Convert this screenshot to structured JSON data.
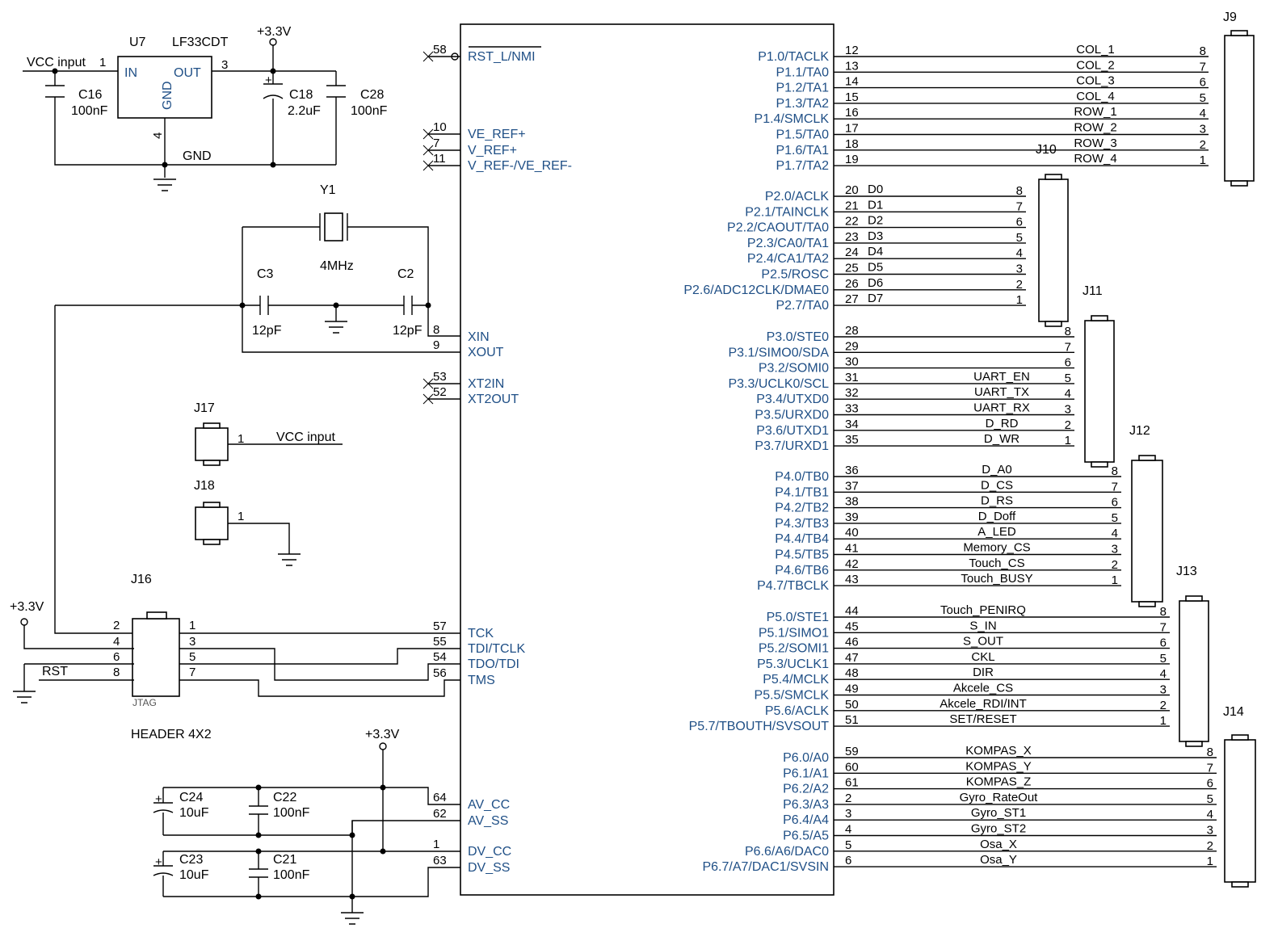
{
  "mcu": {
    "left_pins": [
      {
        "num": "58",
        "name": "RST_L/NMI",
        "nc": true
      },
      {
        "num": "10",
        "name": "VE_REF+",
        "nc": true
      },
      {
        "num": "7",
        "name": "V_REF+",
        "nc": true
      },
      {
        "num": "11",
        "name": "V_REF-/VE_REF-",
        "nc": true
      },
      {
        "num": "8",
        "name": "XIN",
        "nc": false
      },
      {
        "num": "9",
        "name": "XOUT",
        "nc": false
      },
      {
        "num": "53",
        "name": "XT2IN",
        "nc": true
      },
      {
        "num": "52",
        "name": "XT2OUT",
        "nc": true
      },
      {
        "num": "57",
        "name": "TCK",
        "nc": false
      },
      {
        "num": "55",
        "name": "TDI/TCLK",
        "nc": false
      },
      {
        "num": "54",
        "name": "TDO/TDI",
        "nc": false
      },
      {
        "num": "56",
        "name": "TMS",
        "nc": false
      },
      {
        "num": "64",
        "name": "AV_CC",
        "nc": false
      },
      {
        "num": "62",
        "name": "AV_SS",
        "nc": false
      },
      {
        "num": "1",
        "name": "DV_CC",
        "nc": false
      },
      {
        "num": "63",
        "name": "DV_SS",
        "nc": false
      }
    ],
    "right_pins": [
      {
        "num": "12",
        "name": "P1.0/TACLK",
        "net": "COL_1",
        "cpin": "8"
      },
      {
        "num": "13",
        "name": "P1.1/TA0",
        "net": "COL_2",
        "cpin": "7"
      },
      {
        "num": "14",
        "name": "P1.2/TA1",
        "net": "COL_3",
        "cpin": "6"
      },
      {
        "num": "15",
        "name": "P1.3/TA2",
        "net": "COL_4",
        "cpin": "5"
      },
      {
        "num": "16",
        "name": "P1.4/SMCLK",
        "net": "ROW_1",
        "cpin": "4"
      },
      {
        "num": "17",
        "name": "P1.5/TA0",
        "net": "ROW_2",
        "cpin": "3"
      },
      {
        "num": "18",
        "name": "P1.6/TA1",
        "net": "ROW_3",
        "cpin": "2"
      },
      {
        "num": "19",
        "name": "P1.7/TA2",
        "net": "ROW_4",
        "cpin": "1"
      },
      {
        "num": "20",
        "name": "P2.0/ACLK",
        "net": "D0",
        "cpin": "8"
      },
      {
        "num": "21",
        "name": "P2.1/TAINCLK",
        "net": "D1",
        "cpin": "7"
      },
      {
        "num": "22",
        "name": "P2.2/CAOUT/TA0",
        "net": "D2",
        "cpin": "6"
      },
      {
        "num": "23",
        "name": "P2.3/CA0/TA1",
        "net": "D3",
        "cpin": "5"
      },
      {
        "num": "24",
        "name": "P2.4/CA1/TA2",
        "net": "D4",
        "cpin": "4"
      },
      {
        "num": "25",
        "name": "P2.5/ROSC",
        "net": "D5",
        "cpin": "3"
      },
      {
        "num": "26",
        "name": "P2.6/ADC12CLK/DMAE0",
        "net": "D6",
        "cpin": "2"
      },
      {
        "num": "27",
        "name": "P2.7/TA0",
        "net": "D7",
        "cpin": "1"
      },
      {
        "num": "28",
        "name": "P3.0/STE0",
        "net": "",
        "cpin": "8"
      },
      {
        "num": "29",
        "name": "P3.1/SIMO0/SDA",
        "net": "",
        "cpin": "7"
      },
      {
        "num": "30",
        "name": "P3.2/SOMI0",
        "net": "",
        "cpin": "6"
      },
      {
        "num": "31",
        "name": "P3.3/UCLK0/SCL",
        "net": "UART_EN",
        "cpin": "5"
      },
      {
        "num": "32",
        "name": "P3.4/UTXD0",
        "net": "UART_TX",
        "cpin": "4"
      },
      {
        "num": "33",
        "name": "P3.5/URXD0",
        "net": "UART_RX",
        "cpin": "3"
      },
      {
        "num": "34",
        "name": "P3.6/UTXD1",
        "net": "D_RD",
        "cpin": "2"
      },
      {
        "num": "35",
        "name": "P3.7/URXD1",
        "net": "D_WR",
        "cpin": "1"
      },
      {
        "num": "36",
        "name": "P4.0/TB0",
        "net": "D_A0",
        "cpin": "8"
      },
      {
        "num": "37",
        "name": "P4.1/TB1",
        "net": "D_CS",
        "cpin": "7"
      },
      {
        "num": "38",
        "name": "P4.2/TB2",
        "net": "D_RS",
        "cpin": "6"
      },
      {
        "num": "39",
        "name": "P4.3/TB3",
        "net": "D_Doff",
        "cpin": "5"
      },
      {
        "num": "40",
        "name": "P4.4/TB4",
        "net": "A_LED",
        "cpin": "4"
      },
      {
        "num": "41",
        "name": "P4.5/TB5",
        "net": "Memory_CS",
        "cpin": "3"
      },
      {
        "num": "42",
        "name": "P4.6/TB6",
        "net": "Touch_CS",
        "cpin": "2"
      },
      {
        "num": "43",
        "name": "P4.7/TBCLK",
        "net": "Touch_BUSY",
        "cpin": "1"
      },
      {
        "num": "44",
        "name": "P5.0/STE1",
        "net": "Touch_PENIRQ",
        "cpin": "8"
      },
      {
        "num": "45",
        "name": "P5.1/SIMO1",
        "net": "S_IN",
        "cpin": "7"
      },
      {
        "num": "46",
        "name": "P5.2/SOMI1",
        "net": "S_OUT",
        "cpin": "6"
      },
      {
        "num": "47",
        "name": "P5.3/UCLK1",
        "net": "CKL",
        "cpin": "5"
      },
      {
        "num": "48",
        "name": "P5.4/MCLK",
        "net": "DIR",
        "cpin": "4"
      },
      {
        "num": "49",
        "name": "P5.5/SMCLK",
        "net": "Akcele_CS",
        "cpin": "3"
      },
      {
        "num": "50",
        "name": "P5.6/ACLK",
        "net": "Akcele_RDI/INT",
        "cpin": "2"
      },
      {
        "num": "51",
        "name": "P5.7/TBOUTH/SVSOUT",
        "net": "SET/RESET",
        "cpin": "1"
      },
      {
        "num": "59",
        "name": "P6.0/A0",
        "net": "KOMPAS_X",
        "cpin": "8"
      },
      {
        "num": "60",
        "name": "P6.1/A1",
        "net": "KOMPAS_Y",
        "cpin": "7"
      },
      {
        "num": "61",
        "name": "P6.2/A2",
        "net": "KOMPAS_Z",
        "cpin": "6"
      },
      {
        "num": "2",
        "name": "P6.3/A3",
        "net": "Gyro_RateOut",
        "cpin": "5"
      },
      {
        "num": "3",
        "name": "P6.4/A4",
        "net": "Gyro_ST1",
        "cpin": "4"
      },
      {
        "num": "4",
        "name": "P6.5/A5",
        "net": "Gyro_ST2",
        "cpin": "3"
      },
      {
        "num": "5",
        "name": "P6.6/A6/DAC0",
        "net": "Osa_X",
        "cpin": "2"
      },
      {
        "num": "6",
        "name": "P6.7/A7/DAC1/SVSIN",
        "net": "Osa_Y",
        "cpin": "1"
      }
    ]
  },
  "connectors": [
    {
      "ref": "J9"
    },
    {
      "ref": "J10"
    },
    {
      "ref": "J11"
    },
    {
      "ref": "J12"
    },
    {
      "ref": "J13"
    },
    {
      "ref": "J14"
    }
  ],
  "regulator": {
    "ref": "U7",
    "part": "LF33CDT",
    "pin_in": "IN",
    "pin_out": "OUT",
    "pin_gnd": "GND",
    "pin1": "1",
    "pin3": "3",
    "pin4": "4",
    "vcc_label": "VCC input",
    "gnd_label": "GND",
    "rail": "+3.3V",
    "c16": "C16",
    "c16_val": "100nF",
    "c18": "C18",
    "c18_val": "2.2uF",
    "c28": "C28",
    "c28_val": "100nF"
  },
  "crystal": {
    "ref": "Y1",
    "freq": "4MHz",
    "c3": "C3",
    "c3_val": "12pF",
    "c2": "C2",
    "c2_val": "12pF"
  },
  "j17": {
    "ref": "J17",
    "pin": "1",
    "net": "VCC input"
  },
  "j18": {
    "ref": "J18",
    "pin": "1"
  },
  "jtag": {
    "ref": "J16",
    "name": "HEADER 4X2",
    "body": "JTAG",
    "rail": "+3.3V",
    "rst": "RST",
    "left_pins": [
      "2",
      "4",
      "6",
      "8"
    ],
    "right_pins": [
      "1",
      "3",
      "5",
      "7"
    ]
  },
  "decoupling": {
    "rail": "+3.3V",
    "c24": "C24",
    "c24_val": "10uF",
    "c22": "C22",
    "c22_val": "100nF",
    "c23": "C23",
    "c23_val": "10uF",
    "c21": "C21",
    "c21_val": "100nF"
  }
}
